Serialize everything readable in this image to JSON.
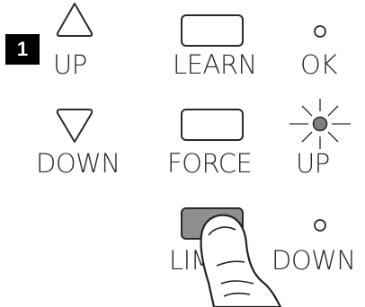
{
  "step_number": "1",
  "buttons": {
    "up": "UP",
    "down": "DOWN",
    "learn": "LEARN",
    "force": "FORCE",
    "limit_visible_text": "LIM"
  },
  "leds": {
    "ok": "OK",
    "up": "UP",
    "down": "DOWN"
  },
  "icons": {
    "up_button": "triangle-up-icon",
    "down_button": "triangle-down-icon",
    "pressing_hand": "finger-press-icon",
    "up_led_state": "blinking-led-icon"
  },
  "colors": {
    "limit_button_pressed": "#8f8f8f",
    "led_lit": "#808080",
    "stroke": "#2a2a2a"
  }
}
